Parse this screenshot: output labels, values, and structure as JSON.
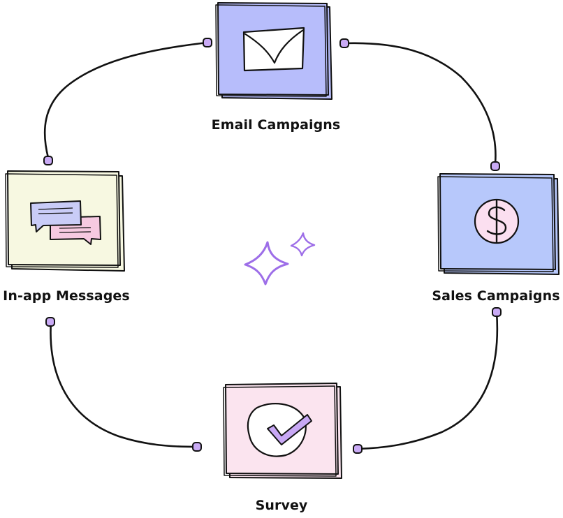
{
  "nodes": {
    "email": {
      "label": "Email Campaigns",
      "icon": "envelope-icon",
      "color": "#b7bdfb"
    },
    "inapp": {
      "label": "In-app Messages",
      "icon": "chat-bubbles-icon",
      "color": "#f7f8e1"
    },
    "sales": {
      "label": "Sales Campaigns",
      "icon": "dollar-coin-icon",
      "color": "#b7c8fb"
    },
    "survey": {
      "label": "Survey",
      "icon": "checkmark-icon",
      "color": "#fbe4ef"
    }
  },
  "center_decoration": {
    "icon": "sparkle-icon",
    "color": "#9d6ee8"
  },
  "connector_color": "#111111",
  "connector_dot_color": "#c9aaf5"
}
